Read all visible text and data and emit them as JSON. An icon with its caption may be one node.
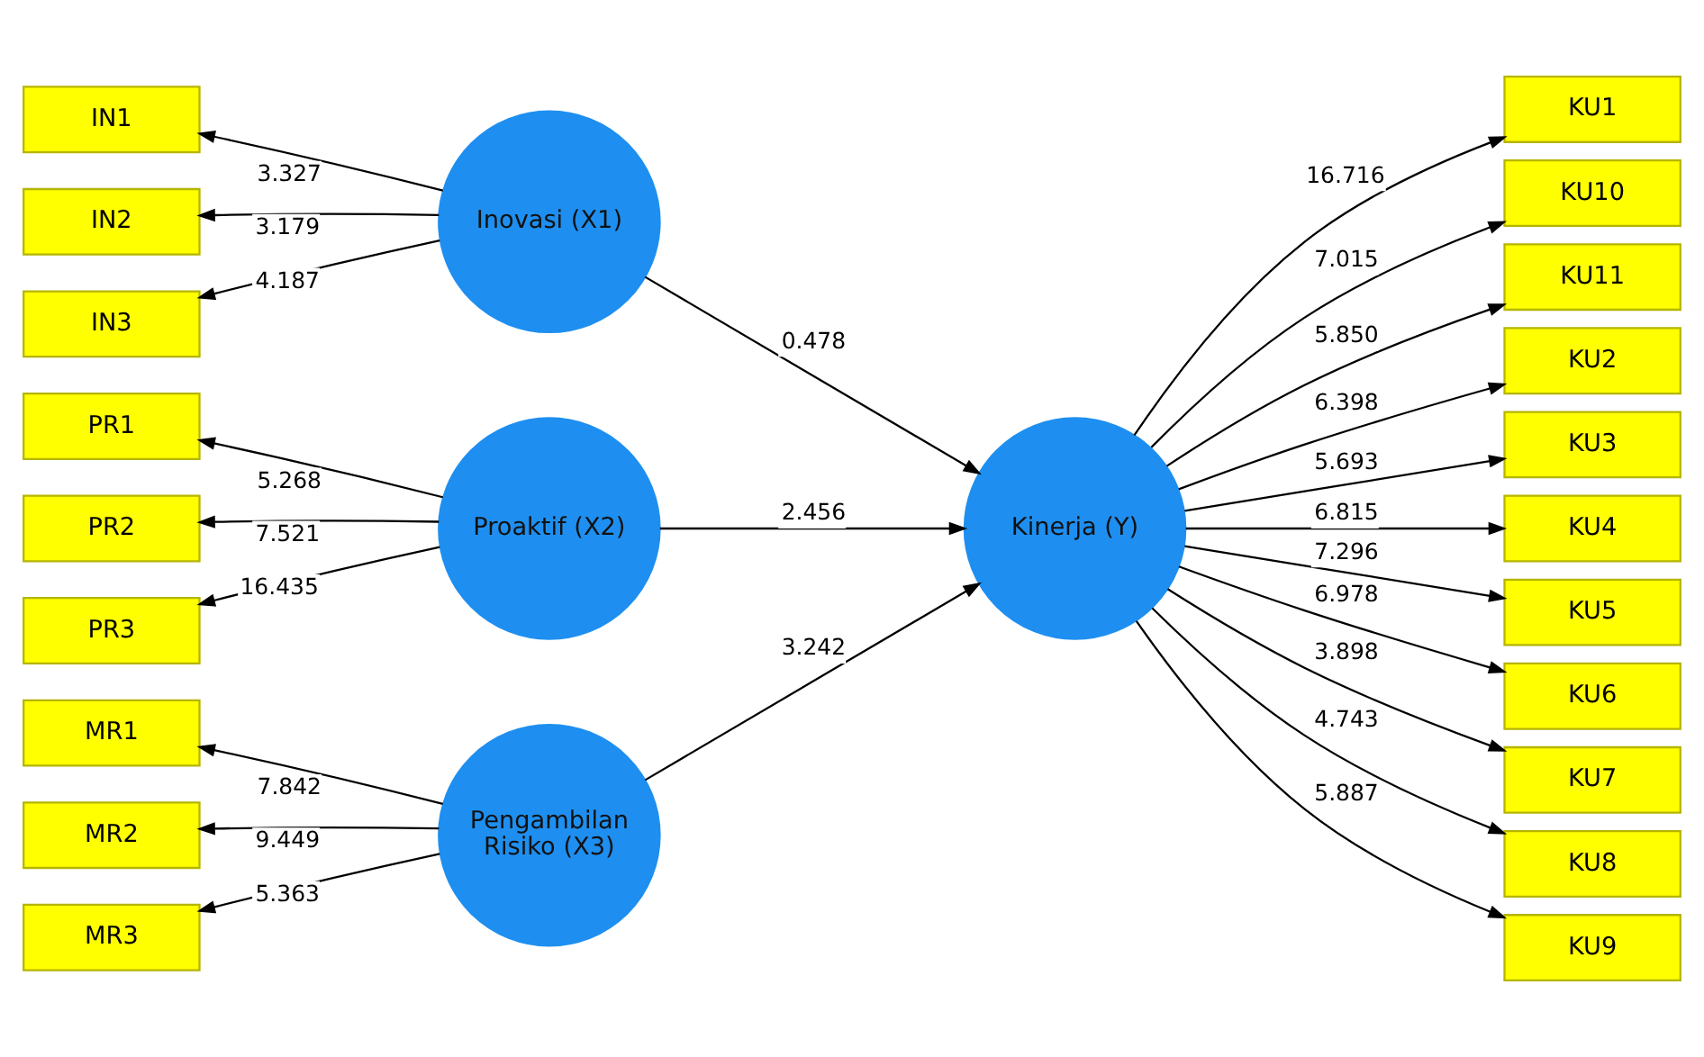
{
  "diagram": {
    "nodes": [
      {
        "text": [
          "IN1"
        ]
      },
      {
        "text": [
          "IN2"
        ]
      },
      {
        "text": [
          "IN3"
        ]
      },
      {
        "text": [
          "Inovasi (X1)"
        ]
      },
      {
        "text": [
          "PR1"
        ]
      },
      {
        "text": [
          "PR2"
        ]
      },
      {
        "text": [
          "PR3"
        ]
      },
      {
        "text": [
          "Proaktif (X2)"
        ]
      },
      {
        "text": [
          "MR1"
        ]
      },
      {
        "text": [
          "MR2"
        ]
      },
      {
        "text": [
          "MR3"
        ]
      },
      {
        "text": [
          "Pengambilan Risiko (X3)"
        ]
      },
      {
        "text": [
          "Kinerja (Y)"
        ]
      },
      {
        "text": [
          "KU1"
        ]
      },
      {
        "text": [
          "KU10"
        ]
      },
      {
        "text": [
          "KU11"
        ]
      },
      {
        "text": [
          "KU2"
        ]
      },
      {
        "text": [
          "KU3"
        ]
      },
      {
        "text": [
          "KU4"
        ]
      },
      {
        "text": [
          "KU5"
        ]
      },
      {
        "text": [
          "KU6"
        ]
      },
      {
        "text": [
          "KU7"
        ]
      },
      {
        "text": [
          "KU8"
        ]
      },
      {
        "text": [
          "KU9"
        ]
      }
    ],
    "edges": [
      {
        "from": 3,
        "to": 0,
        "arrow": "to",
        "label": "3.327"
      },
      {
        "from": 3,
        "to": 1,
        "arrow": "to",
        "label": "3.179"
      },
      {
        "from": 3,
        "to": 2,
        "arrow": "to",
        "label": "4.187"
      },
      {
        "from": 7,
        "to": 4,
        "arrow": "to",
        "label": "5.268"
      },
      {
        "from": 7,
        "to": 5,
        "arrow": "to",
        "label": "7.521"
      },
      {
        "from": 7,
        "to": 6,
        "arrow": "to",
        "label": "16.435"
      },
      {
        "from": 11,
        "to": 8,
        "arrow": "to",
        "label": "7.842"
      },
      {
        "from": 11,
        "to": 9,
        "arrow": "to",
        "label": "9.449"
      },
      {
        "from": 11,
        "to": 10,
        "arrow": "to",
        "label": "5.363"
      },
      {
        "from": 3,
        "to": 12,
        "arrow": "to",
        "label": "0.478"
      },
      {
        "from": 7,
        "to": 12,
        "arrow": "to",
        "label": "2.456"
      },
      {
        "from": 11,
        "to": 12,
        "arrow": "to",
        "label": "3.242"
      },
      {
        "from": 12,
        "to": 13,
        "arrow": "to",
        "label": "16.716"
      },
      {
        "from": 12,
        "to": 14,
        "arrow": "to",
        "label": "7.015"
      },
      {
        "from": 12,
        "to": 15,
        "arrow": "to",
        "label": "5.850"
      },
      {
        "from": 12,
        "to": 16,
        "arrow": "to",
        "label": "6.398"
      },
      {
        "from": 12,
        "to": 17,
        "arrow": "to",
        "label": "5.693"
      },
      {
        "from": 12,
        "to": 18,
        "arrow": "to",
        "label": "6.815"
      },
      {
        "from": 12,
        "to": 19,
        "arrow": "to",
        "label": "7.296"
      },
      {
        "from": 12,
        "to": 20,
        "arrow": "to",
        "label": "6.978"
      },
      {
        "from": 12,
        "to": 21,
        "arrow": "to",
        "label": "3.898"
      },
      {
        "from": 12,
        "to": 22,
        "arrow": "to",
        "label": "4.743"
      },
      {
        "from": 12,
        "to": 23,
        "arrow": "to",
        "label": "5.887"
      }
    ]
  }
}
